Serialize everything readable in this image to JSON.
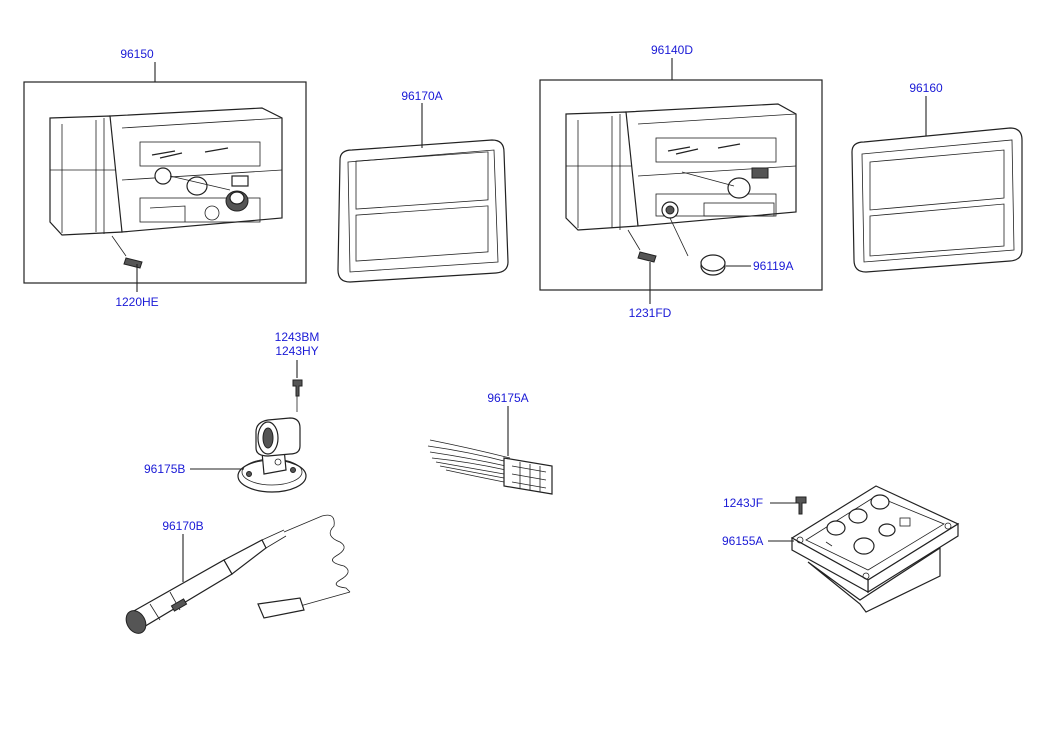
{
  "diagram": {
    "labels": {
      "p96150": "96150",
      "p96170A": "96170A",
      "p96140D": "96140D",
      "p96160": "96160",
      "p1220HE": "1220HE",
      "p1231FD": "1231FD",
      "p96119A": "96119A",
      "p1243BM": "1243BM",
      "p1243HY": "1243HY",
      "p96175A": "96175A",
      "p96175B": "96175B",
      "p96170B": "96170B",
      "p1243JF": "1243JF",
      "p96155A": "96155A"
    },
    "colors": {
      "label": "#1a1ad6",
      "line": "#222222",
      "background": "#ffffff"
    }
  }
}
